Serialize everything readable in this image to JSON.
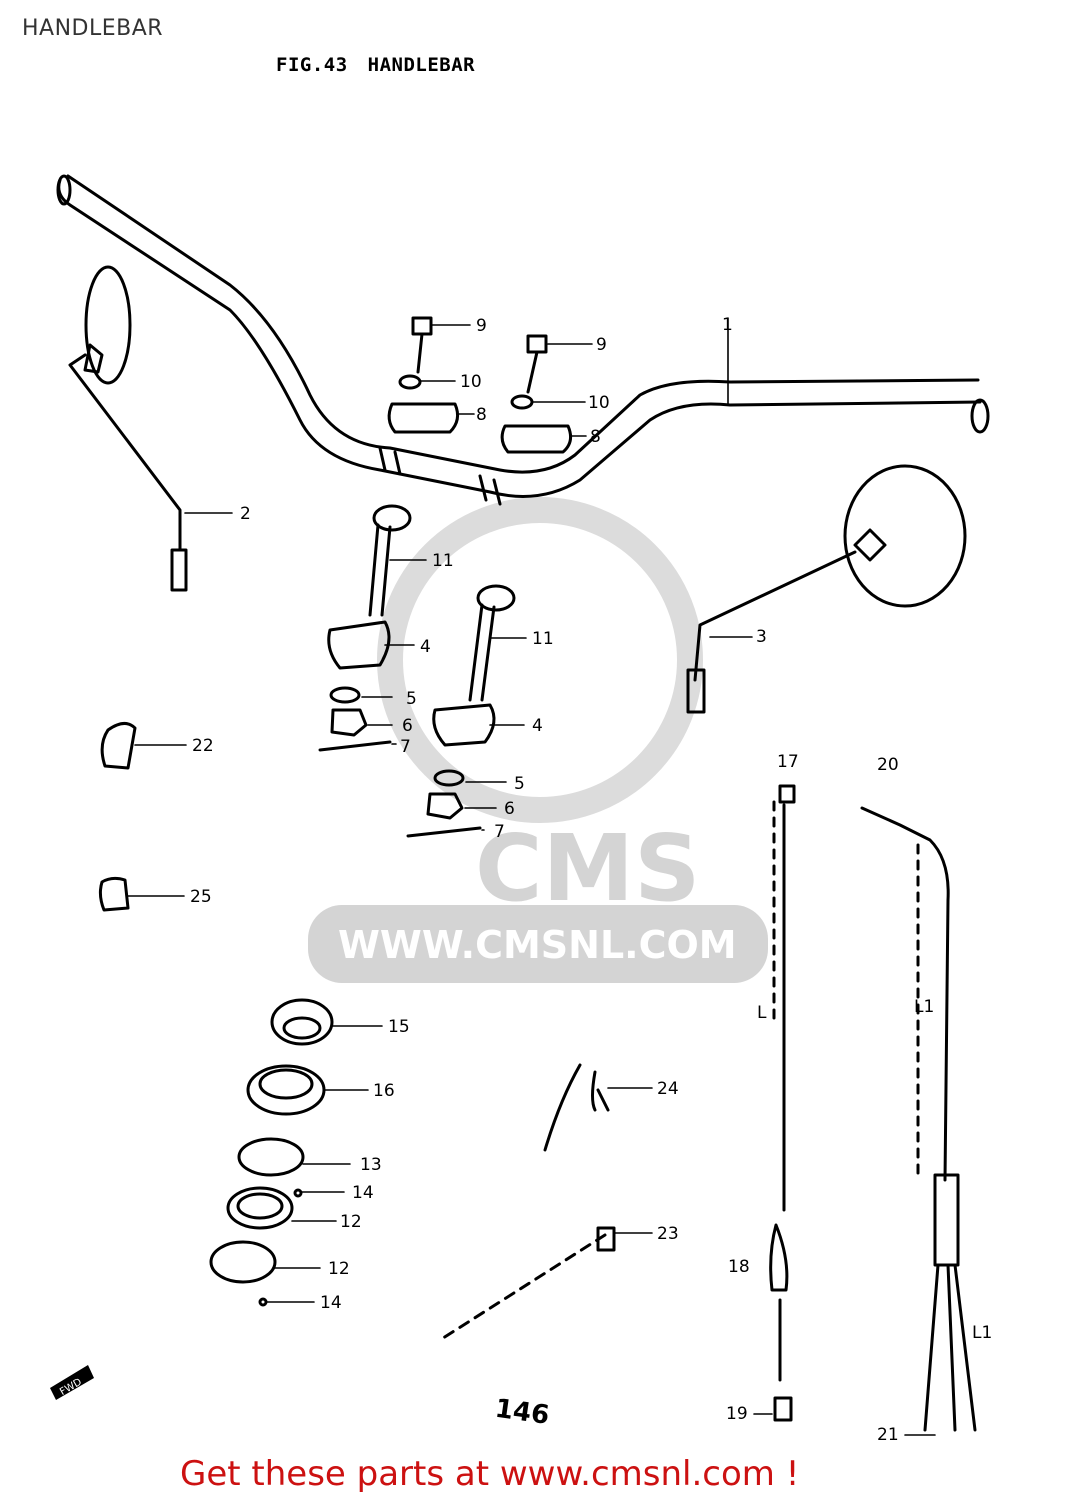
{
  "header": {
    "title": "HANDLEBAR"
  },
  "figure": {
    "number": "FIG.43",
    "name": "HANDLEBAR"
  },
  "watermark": {
    "brand": "CMS",
    "url": "WWW.CMSNL.COM"
  },
  "callouts": {
    "c1": "1",
    "c2": "2",
    "c3": "3",
    "c4a": "4",
    "c4b": "4",
    "c5a": "5",
    "c5b": "5",
    "c6a": "6",
    "c6b": "6",
    "c7a": "7",
    "c7b": "7",
    "c8a": "8",
    "c8b": "8",
    "c9a": "9",
    "c9b": "9",
    "c10a": "10",
    "c10b": "10",
    "c11a": "11",
    "c11b": "11",
    "c12a": "12",
    "c12b": "12",
    "c13": "13",
    "c14a": "14",
    "c14b": "14",
    "c15": "15",
    "c16": "16",
    "c17": "17",
    "c18": "18",
    "c19": "19",
    "c20": "20",
    "c21": "21",
    "c22": "22",
    "c23": "23",
    "c24": "24",
    "c25": "25",
    "L": "L",
    "L1": "L1",
    "Lb": "L1"
  },
  "marks": {
    "fwd": "FWD",
    "page_ref": "146"
  },
  "footer": {
    "cta": "Get these parts at www.cmsnl.com !"
  },
  "colors": {
    "line": "#000000",
    "cta": "#cc1111",
    "watermark": "#d4d4d4"
  }
}
